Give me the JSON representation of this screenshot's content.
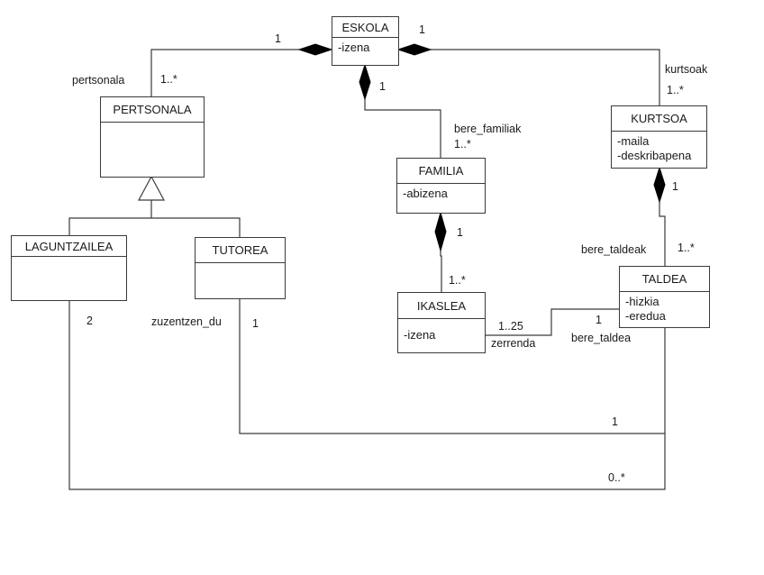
{
  "classes": {
    "eskola": {
      "name": "ESKOLA",
      "attributes": [
        "-izena"
      ]
    },
    "pertsonala": {
      "name": "PERTSONALA",
      "attributes": []
    },
    "laguntzailea": {
      "name": "LAGUNTZAILEA",
      "attributes": []
    },
    "tutorea": {
      "name": "TUTOREA",
      "attributes": []
    },
    "familia": {
      "name": "FAMILIA",
      "attributes": [
        "-abizena"
      ]
    },
    "ikaslea": {
      "name": "IKASLEA",
      "attributes": [
        "-izena"
      ]
    },
    "kurtsoa": {
      "name": "KURTSOA",
      "attributes": [
        "-maila",
        "-deskribapena"
      ]
    },
    "taldea": {
      "name": "TALDEA",
      "attributes": [
        "-hizkia",
        "-eredua"
      ]
    }
  },
  "associations": {
    "eskola_pertsonala": {
      "type": "composition",
      "whole_multiplicity": "1",
      "role": "pertsonala",
      "part_multiplicity": "1..*"
    },
    "eskola_kurtsoa": {
      "type": "composition",
      "whole_multiplicity": "1",
      "role": "kurtsoak",
      "part_multiplicity": "1..*"
    },
    "eskola_familia": {
      "type": "composition",
      "whole_multiplicity": "1",
      "role": "bere_familiak",
      "part_multiplicity": "1..*"
    },
    "familia_ikaslea": {
      "type": "composition",
      "whole_multiplicity": "1",
      "part_multiplicity": "1..*"
    },
    "kurtsoa_taldea": {
      "type": "composition",
      "whole_multiplicity": "1",
      "role": "bere_taldeak",
      "part_multiplicity": "1..*"
    },
    "ikaslea_taldea": {
      "type": "association",
      "ikaslea_multiplicity": "1..25",
      "ikaslea_role": "zerrenda",
      "taldea_multiplicity": "1",
      "taldea_role": "bere_taldea"
    },
    "tutorea_taldea": {
      "type": "association",
      "role": "zuzentzen_du",
      "tutorea_multiplicity": "1",
      "taldea_multiplicity": "1"
    },
    "laguntzailea_taldea": {
      "type": "association",
      "laguntzailea_multiplicity": "2",
      "taldea_multiplicity": "0..*"
    },
    "pertsonala_generalization": {
      "type": "generalization",
      "parent": "PERTSONALA",
      "children": [
        "LAGUNTZAILEA",
        "TUTOREA"
      ]
    }
  }
}
